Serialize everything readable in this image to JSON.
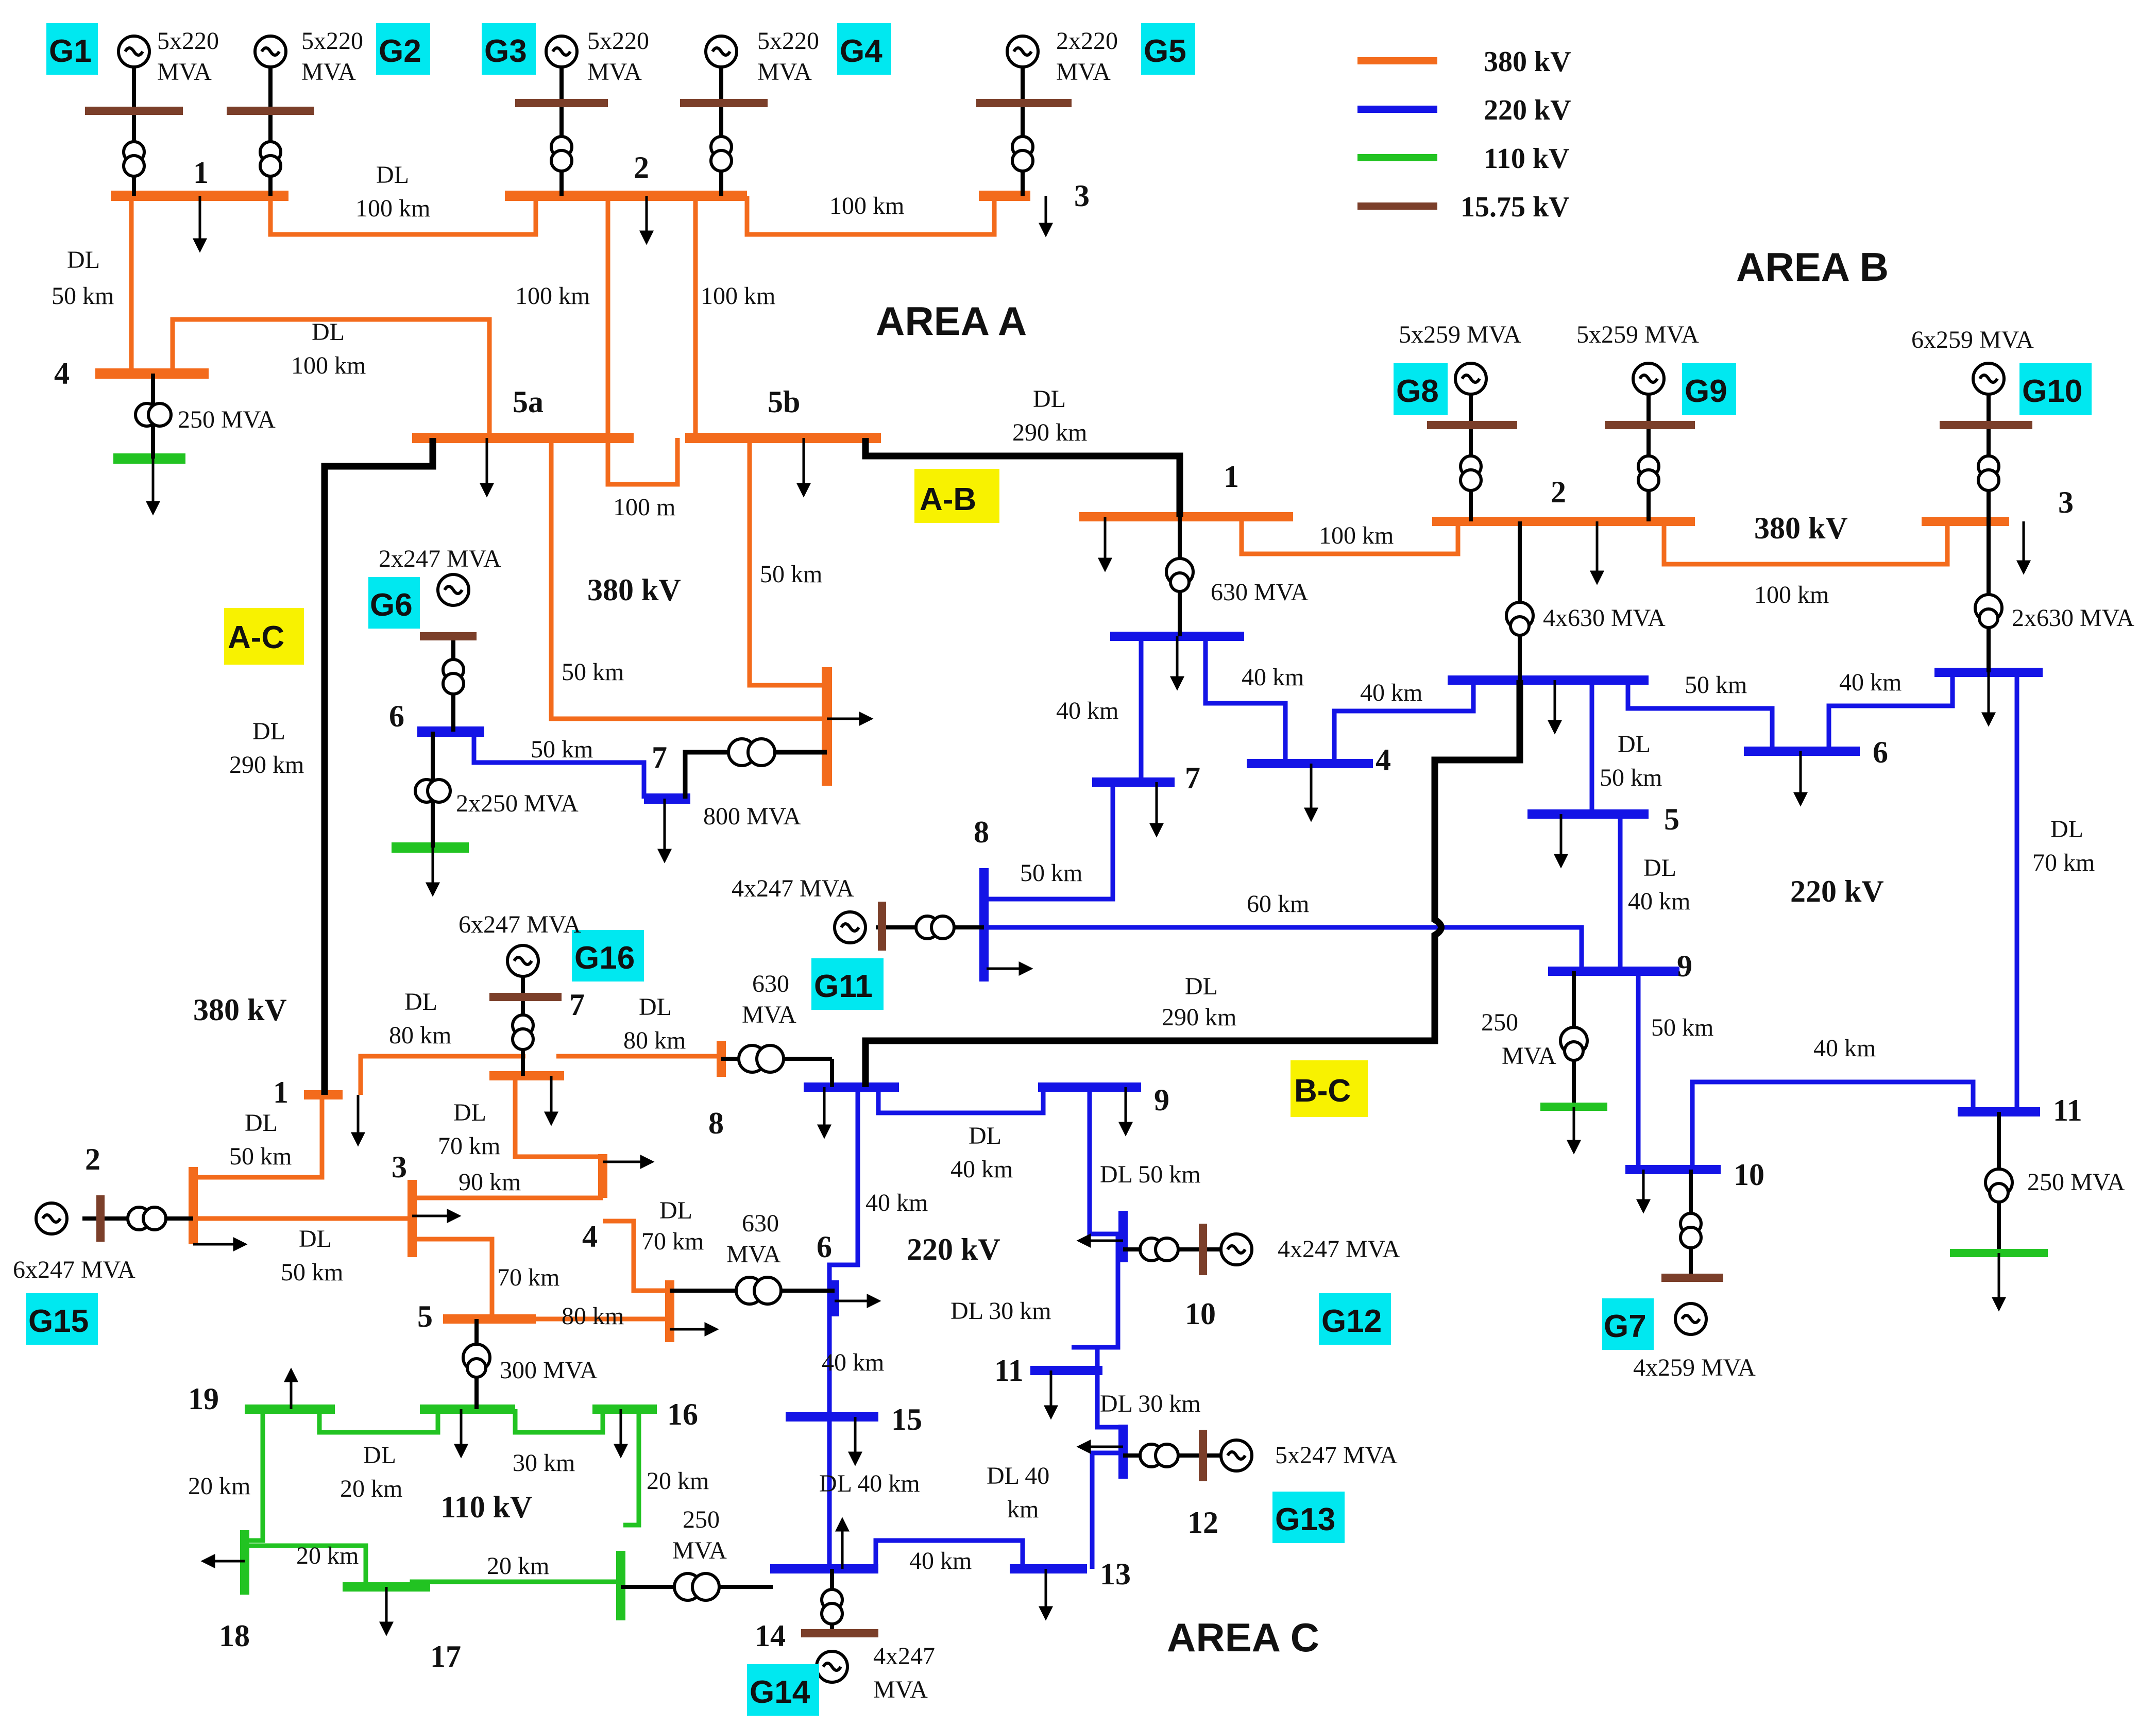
{
  "colors": {
    "kv380": "#f36b1c",
    "kv220": "#1414e6",
    "kv110": "#22c322",
    "kv15": "#7b3f2a",
    "tie": "#000000",
    "gen_tag": "#00e8f0",
    "tie_tag": "#f8f200"
  },
  "legend": [
    {
      "label": "380 kV",
      "color": "#f36b1c"
    },
    {
      "label": "220 kV",
      "color": "#1414e6"
    },
    {
      "label": "110 kV",
      "color": "#22c322"
    },
    {
      "label": "15.75 kV",
      "color": "#7b3f2a"
    }
  ],
  "areas": {
    "a": "AREA A",
    "b": "AREA B",
    "c": "AREA C"
  },
  "ties": {
    "ab": "A-B",
    "ac": "A-C",
    "bc": "B-C"
  },
  "gens": {
    "g1": "G1",
    "g2": "G2",
    "g3": "G3",
    "g4": "G4",
    "g5": "G5",
    "g6": "G6",
    "g7": "G7",
    "g8": "G8",
    "g9": "G9",
    "g10": "G10",
    "g11": "G11",
    "g12": "G12",
    "g13": "G13",
    "g14": "G14",
    "g15": "G15",
    "g16": "G16"
  },
  "ratings": {
    "g1a": "5x220",
    "g1b": "MVA",
    "g2a": "5x220",
    "g2b": "MVA",
    "g3a": "5x220",
    "g3b": "MVA",
    "g4a": "5x220",
    "g4b": "MVA",
    "g5a": "2x220",
    "g5b": "MVA",
    "g6": "2x247 MVA",
    "g7": "4x259 MVA",
    "g8": "5x259 MVA",
    "g9": "5x259 MVA",
    "g10": "6x259 MVA",
    "g11": "4x247 MVA",
    "g12": "4x247 MVA",
    "g13": "5x247 MVA",
    "g14a": "4x247",
    "g14b": "MVA",
    "g15": "6x247 MVA",
    "g16": "6x247 MVA"
  },
  "transformers": {
    "a4": "250 MVA",
    "a6": "2x250 MVA",
    "a7": "800 MVA",
    "b1": "630 MVA",
    "b2": "4x630 MVA",
    "b3": "2x630 MVA",
    "b9a": "250",
    "b9b": "MVA",
    "b11": "250 MVA",
    "c8a": "630",
    "c8b": "MVA",
    "c6a": "630",
    "c6b": "MVA",
    "c5": "300 MVA",
    "c14a": "250",
    "c14b": "MVA"
  },
  "lines": {
    "a1_2a": "DL",
    "a1_2b": "100 km",
    "a2_3": "100 km",
    "a1_4a": "DL",
    "a1_4b": "50 km",
    "a2_5a": "100 km",
    "a2_5b": "100 km",
    "a4_5aa": "DL",
    "a4_5ab": "100 km",
    "a5a5b": "100 m",
    "a5a7": "50 km",
    "a5b7": "50 km",
    "a67": "50 km",
    "ab_a": "DL",
    "ab_b": "290 km",
    "ac_a": "DL",
    "ac_b": "290 km",
    "bc_a": "DL",
    "bc_b": "290 km",
    "b12": "100 km",
    "b23": "100 km",
    "b1_4": "40 km",
    "b1_7": "40 km",
    "b2_4": "40 km",
    "b2_5a": "DL",
    "b2_5b": "50 km",
    "b2_6": "50 km",
    "b3_6": "40 km",
    "b3_11a": "DL",
    "b3_11b": "70 km",
    "b5_9a": "DL",
    "b5_9b": "40 km",
    "b7_8": "50 km",
    "b8_9": "60 km",
    "b9_10": "50 km",
    "b10_11": "40 km",
    "c1_7a": "DL",
    "c1_7b": "80 km",
    "c7_8a": "DL",
    "c7_8b": "80 km",
    "c1_2a": "DL",
    "c1_2b": "50 km",
    "c7_4a": "DL",
    "c7_4b": "70 km",
    "c3_4": "90 km",
    "c2_3a": "DL",
    "c2_3b": "50 km",
    "c4_6a": "DL",
    "c4_6b": "70 km",
    "c3_5": "70 km",
    "c5_6": "80 km",
    "c9_6a": "DL",
    "c9_6b": "40 km",
    "c9_10": "DL 50 km",
    "c6_8": "40 km",
    "c10_11": "DL 30 km",
    "c11_12": "DL 30 km",
    "c12_13a": "DL 40",
    "c12_13b": "km",
    "c15_14": "DL 40 km",
    "c6_15": "40 km",
    "c14_13": "40 km",
    "c19_18": "20 km",
    "c19_16a": "DL",
    "c19_16b": "20 km",
    "c16x": "30 km",
    "c16_17b": "20 km",
    "c18_17": "20 km",
    "c17_14": "20 km"
  },
  "voltages": {
    "a": "380 kV",
    "b380": "380 kV",
    "b220": "220 kV",
    "c380": "380 kV",
    "c220": "220 kV",
    "c110": "110 kV"
  },
  "buses": {
    "a1": "1",
    "a2": "2",
    "a3": "3",
    "a4": "4",
    "a5a": "5a",
    "a5b": "5b",
    "a6": "6",
    "a7": "7",
    "b1": "1",
    "b2": "2",
    "b3": "3",
    "b4": "4",
    "b5": "5",
    "b6": "6",
    "b7": "7",
    "b8": "8",
    "b9": "9",
    "b10": "10",
    "b11": "11",
    "c1": "1",
    "c2": "2",
    "c3": "3",
    "c4": "4",
    "c5": "5",
    "c6": "6",
    "c7": "7",
    "c8": "8",
    "c9": "9",
    "c10": "10",
    "c11": "11",
    "c12": "12",
    "c13": "13",
    "c14": "14",
    "c15": "15",
    "c16": "16",
    "c17": "17",
    "c18": "18",
    "c19": "19"
  }
}
